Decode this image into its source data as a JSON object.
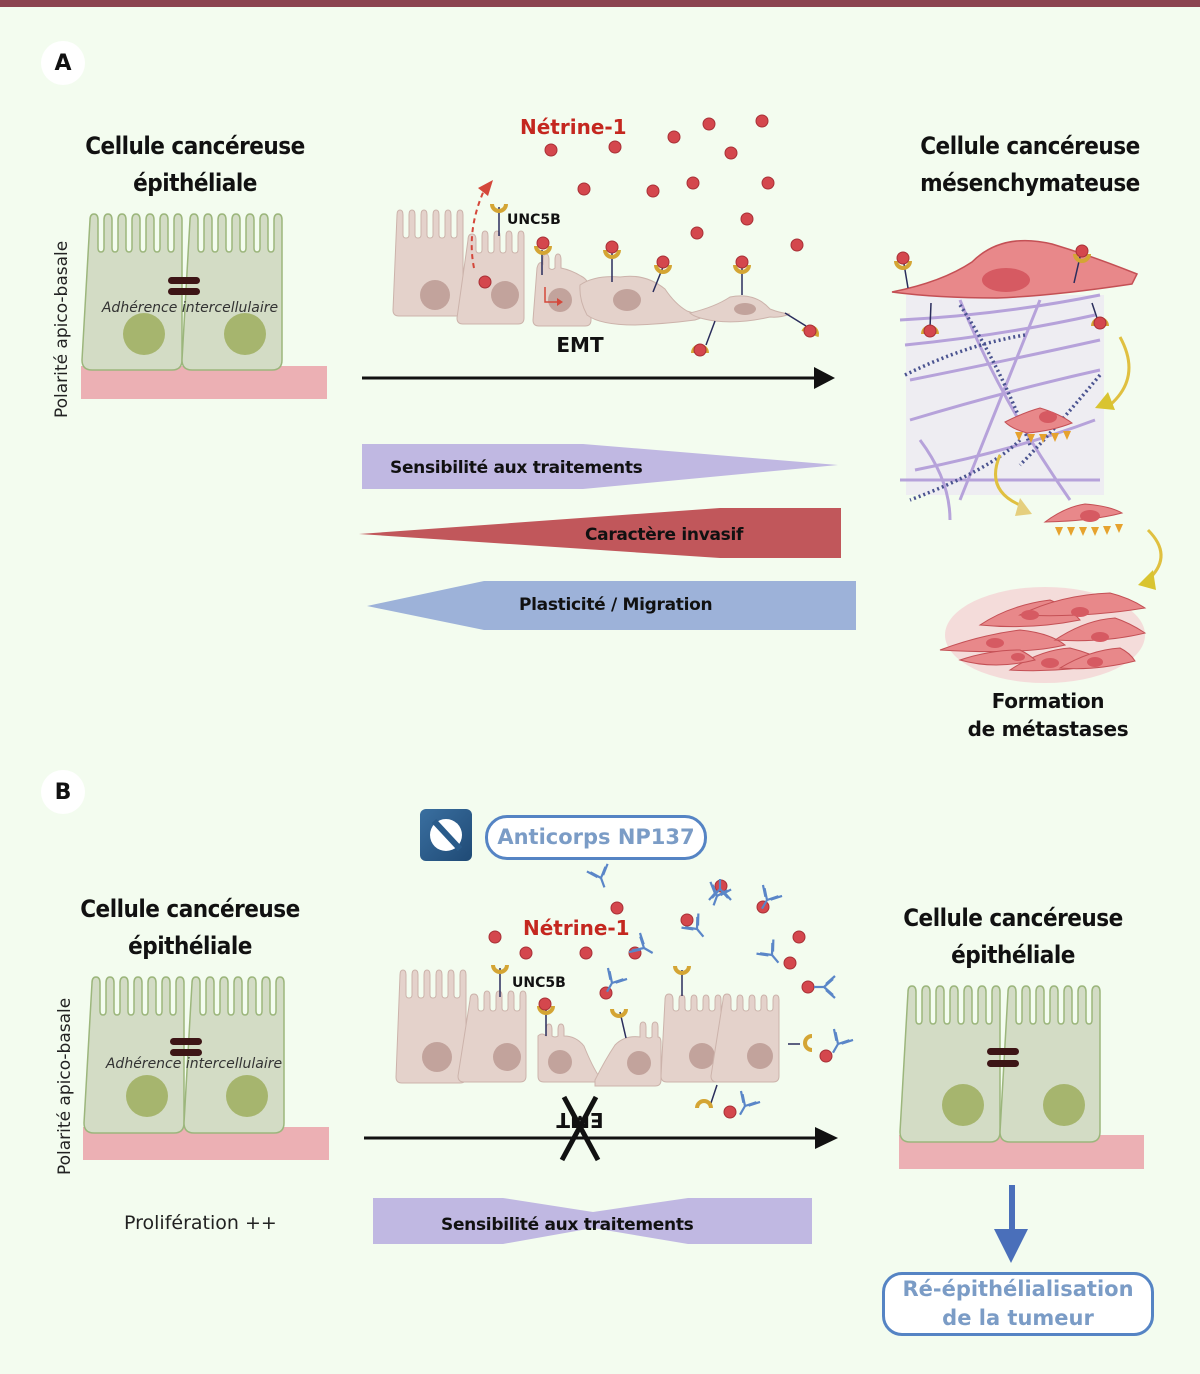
{
  "figure": {
    "panels": [
      {
        "id": "A",
        "badge": "A",
        "left_cell": {
          "title_line1": "Cellule cancéreuse",
          "title_line2": "épithéliale",
          "adhesion_label": "Adhérence intercellulaire",
          "polarity_label": "Polarité apico-basale"
        },
        "ligand_label": "Nétrine-1",
        "receptor_label": "UNC5B",
        "process_label": "EMT",
        "right_cell": {
          "title_line1": "Cellule cancéreuse",
          "title_line2": "mésenchymateuse"
        },
        "gradients": [
          {
            "label": "Sensibilité aux traitements",
            "direction": "decreasing",
            "color": "#c0b8e2"
          },
          {
            "label": "Caractère invasif",
            "direction": "increasing",
            "color": "#c1575b"
          },
          {
            "label": "Plasticité / Migration",
            "direction": "increasing",
            "color": "#9db2d9"
          }
        ],
        "outcome_label_line1": "Formation",
        "outcome_label_line2": "de métastases"
      },
      {
        "id": "B",
        "badge": "B",
        "left_cell": {
          "title_line1": "Cellule cancéreuse",
          "title_line2": "épithéliale",
          "adhesion_label": "Adhérence intercellulaire",
          "polarity_label": "Polarité apico-basale",
          "proliferation_label": "Prolifération ++"
        },
        "antibody_label": "Anticorps NP137",
        "ligand_label": "Nétrine-1",
        "receptor_label": "UNC5B",
        "process_label": "EMT",
        "process_blocked": true,
        "gradient": {
          "label": "Sensibilité aux traitements",
          "direction": "constant",
          "color": "#c0b8e2"
        },
        "right_cell": {
          "title_line1": "Cellule cancéreuse",
          "title_line2": "épithéliale"
        },
        "outcome_label_line1": "Ré-épithélialisation",
        "outcome_label_line2": "de la tumeur"
      }
    ],
    "colors": {
      "header_bar": "#8b4450",
      "background": "#f3fcef",
      "epithelial_cell": "#d3dcc5",
      "epithelial_border": "#9cb67c",
      "nucleus_green": "#a6b56e",
      "basement": "#ecb0b4",
      "transition_cell": "#e4d2cb",
      "transition_nucleus": "#c2a39c",
      "netrin": "#d4474d",
      "receptor": "#d4a534",
      "mesenchymal": "#e8888a",
      "antibody": "#5a86c8",
      "accent_blue": "#5584c4"
    }
  }
}
